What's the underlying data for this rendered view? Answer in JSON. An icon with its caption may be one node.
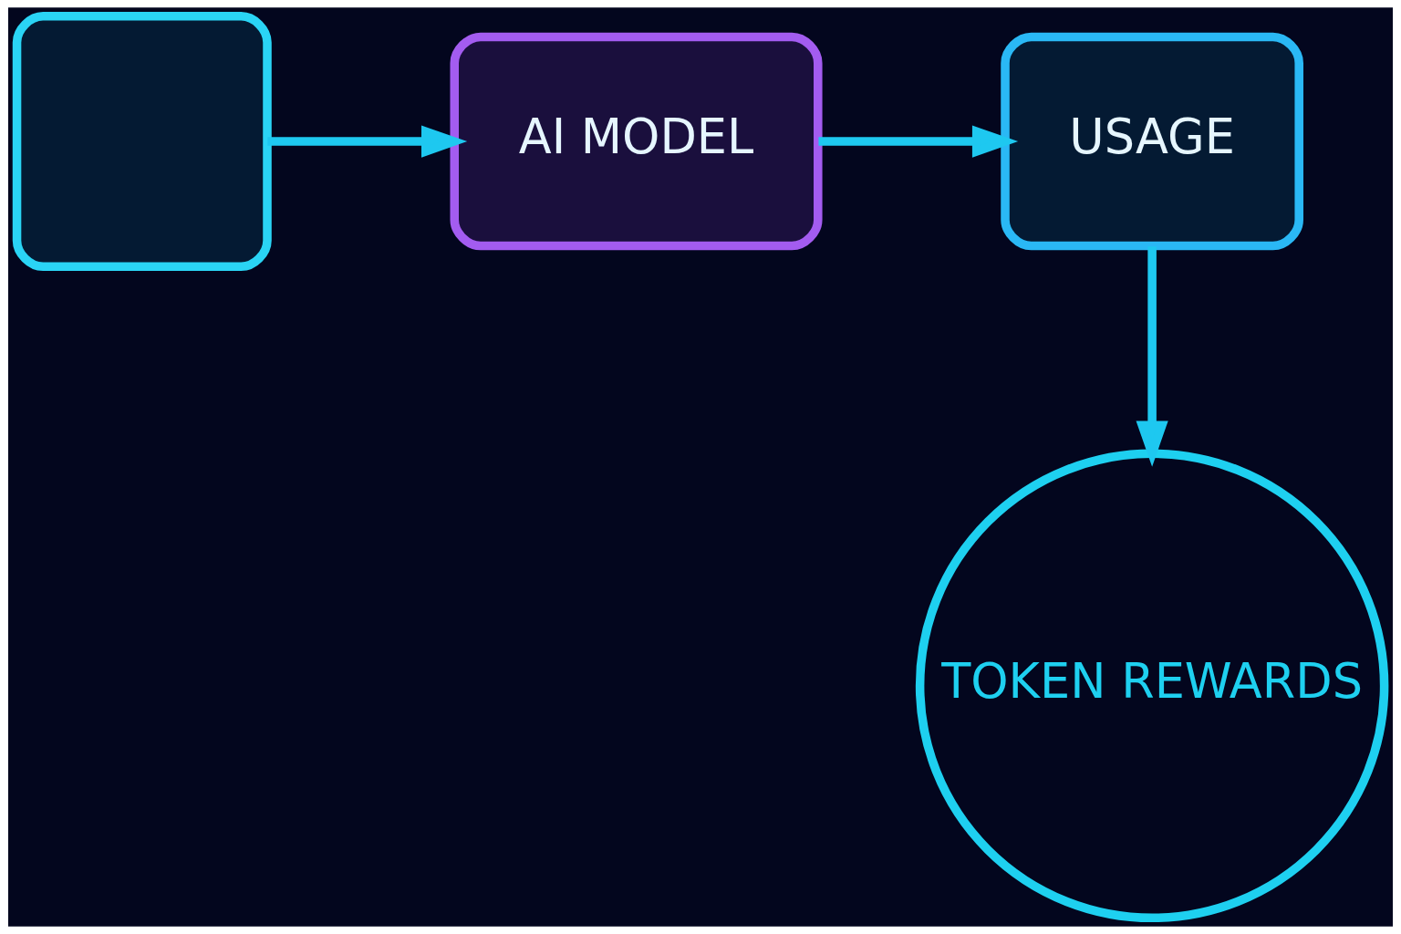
{
  "diagram": {
    "nodes": [
      {
        "text": [],
        "shape": "box"
      },
      {
        "text": [
          "AI MODEL"
        ]
      },
      {
        "text": [
          "USAGE"
        ]
      },
      {
        "text": [
          "TOKEN REWARDS"
        ]
      }
    ],
    "edges": [
      {
        "from": 0,
        "to": 1,
        "arrow": "to"
      },
      {
        "from": 1,
        "to": 2,
        "arrow": "to"
      },
      {
        "from": 2,
        "to": 3,
        "arrow": "to"
      }
    ]
  }
}
